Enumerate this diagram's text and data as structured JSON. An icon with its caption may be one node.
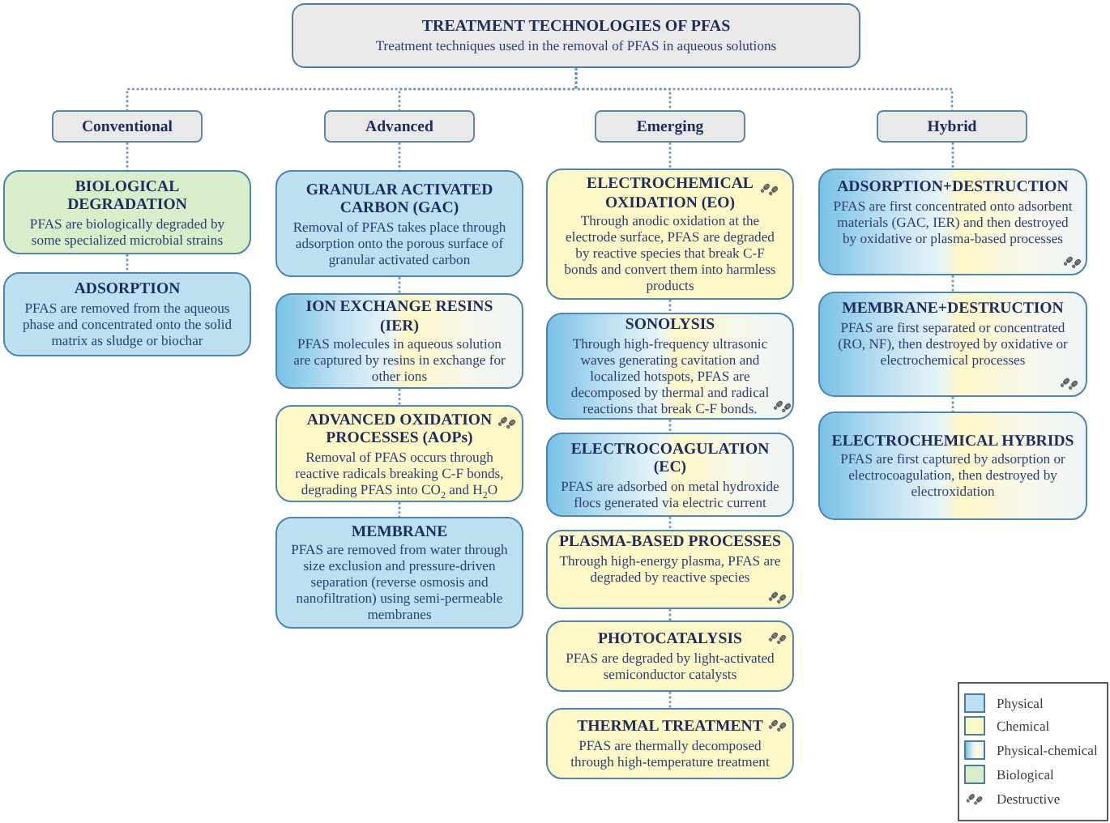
{
  "diagram": {
    "nodes": [
      {
        "text": [
          "TREATMENT TECHNOLOGIES OF PFAS",
          "Treatment techniques used in the removal of PFAS in aqueous solutions"
        ]
      },
      {
        "text": [
          "Conventional"
        ]
      },
      {
        "text": [
          "Advanced"
        ]
      },
      {
        "text": [
          "Emerging"
        ]
      },
      {
        "text": [
          "Hybrid"
        ]
      },
      {
        "text": [
          "BIOLOGICAL DEGRADATION",
          "PFAS are biologically degraded by some specialized microbial strains"
        ]
      },
      {
        "text": [
          "ADSORPTION",
          "PFAS are removed from the aqueous phase and concentrated onto the solid matrix as sludge or biochar"
        ]
      },
      {
        "text": [
          "GRANULAR ACTIVATED CARBON (GAC)",
          "Removal of PFAS takes place through adsorption onto the porous surface of granular activated carbon"
        ]
      },
      {
        "text": [
          "ION EXCHANGE RESINS (IER)",
          "PFAS molecules in aqueous solution are captured by resins in exchange for other ions"
        ]
      },
      {
        "text": [
          "ADVANCED OXIDATION PROCESSES (AOPs)",
          "Removal of PFAS occurs through reactive radicals breaking C-F bonds, degrading PFAS into CO$_{2}$ and H$_{2}$O"
        ]
      },
      {
        "text": [
          "MEMBRANE",
          "PFAS are removed from water through size exclusion and pressure-driven separation (reverse osmosis and nanofiltration) using semi-permeable membranes"
        ]
      },
      {
        "text": [
          "ELECTROCHEMICAL OXIDATION (EO)",
          "Through anodic oxidation at the electrode surface, PFAS are degraded by reactive species that break C-F bonds and convert them into harmless products"
        ]
      },
      {
        "text": [
          "SONOLYSIS",
          "Through high-frequency ultrasonic waves generating cavitation and localized hotspots, PFAS are decomposed by thermal and radical reactions that break C-F bonds."
        ]
      },
      {
        "text": [
          "ELECTROCOAGULATION (EC)",
          "PFAS are adsorbed on metal hydroxide flocs generated via electric current"
        ]
      },
      {
        "text": [
          "PLASMA-BASED PROCESSES",
          "Through high-energy plasma, PFAS are degraded by reactive species"
        ]
      },
      {
        "text": [
          "PHOTOCATALYSIS",
          "PFAS are degraded by light-activated semiconductor catalysts"
        ]
      },
      {
        "text": [
          "THERMAL TREATMENT",
          "PFAS are thermally decomposed through high-temperature treatment"
        ]
      },
      {
        "text": [
          "ADSORPTION+DESTRUCTION",
          "PFAS are first concentrated onto adsorbent materials (GAC, IER) and then destroyed by oxidative or plasma-based processes"
        ]
      },
      {
        "text": [
          "MEMBRANE+DESTRUCTION",
          "PFAS are first separated or concentrated (RO, NF), then destroyed by oxidative or electrochemical processes"
        ]
      },
      {
        "text": [
          "ELECTROCHEMICAL HYBRIDS",
          "PFAS are first captured by adsorption or electrocoagulation, then destroyed by electroxidation"
        ]
      }
    ],
    "edges": [
      {
        "from": 0,
        "to": 1,
        "arrow": "none",
        "style": "dashed"
      },
      {
        "from": 0,
        "to": 2,
        "arrow": "none",
        "style": "dashed"
      },
      {
        "from": 0,
        "to": 3,
        "arrow": "none",
        "style": "dashed"
      },
      {
        "from": 0,
        "to": 4,
        "arrow": "none",
        "style": "dashed"
      },
      {
        "from": 1,
        "to": 5,
        "arrow": "none",
        "style": "dashed"
      },
      {
        "from": 5,
        "to": 6,
        "arrow": "none",
        "style": "dashed"
      },
      {
        "from": 2,
        "to": 7,
        "arrow": "none",
        "style": "dashed"
      },
      {
        "from": 7,
        "to": 8,
        "arrow": "none",
        "style": "dashed"
      },
      {
        "from": 8,
        "to": 9,
        "arrow": "none",
        "style": "dashed"
      },
      {
        "from": 9,
        "to": 10,
        "arrow": "none",
        "style": "dashed"
      },
      {
        "from": 3,
        "to": 11,
        "arrow": "none",
        "style": "dashed"
      },
      {
        "from": 11,
        "to": 12,
        "arrow": "none",
        "style": "dashed"
      },
      {
        "from": 12,
        "to": 13,
        "arrow": "none",
        "style": "dashed"
      },
      {
        "from": 13,
        "to": 14,
        "arrow": "none",
        "style": "dashed"
      },
      {
        "from": 14,
        "to": 15,
        "arrow": "none",
        "style": "dashed"
      },
      {
        "from": 15,
        "to": 16,
        "arrow": "none",
        "style": "dashed"
      },
      {
        "from": 4,
        "to": 17,
        "arrow": "none",
        "style": "dashed"
      },
      {
        "from": 17,
        "to": 18,
        "arrow": "none",
        "style": "dashed"
      },
      {
        "from": 18,
        "to": 19,
        "arrow": "none",
        "style": "dashed"
      }
    ],
    "legend": [
      {
        "text": "Physical",
        "color": "#bcdff1"
      },
      {
        "text": "Chemical",
        "color": "#fdf8c6"
      },
      {
        "text": "Physical-chemical"
      },
      {
        "text": "Biological",
        "color": "#d8eecb"
      },
      {
        "text": "Destructive"
      }
    ]
  }
}
